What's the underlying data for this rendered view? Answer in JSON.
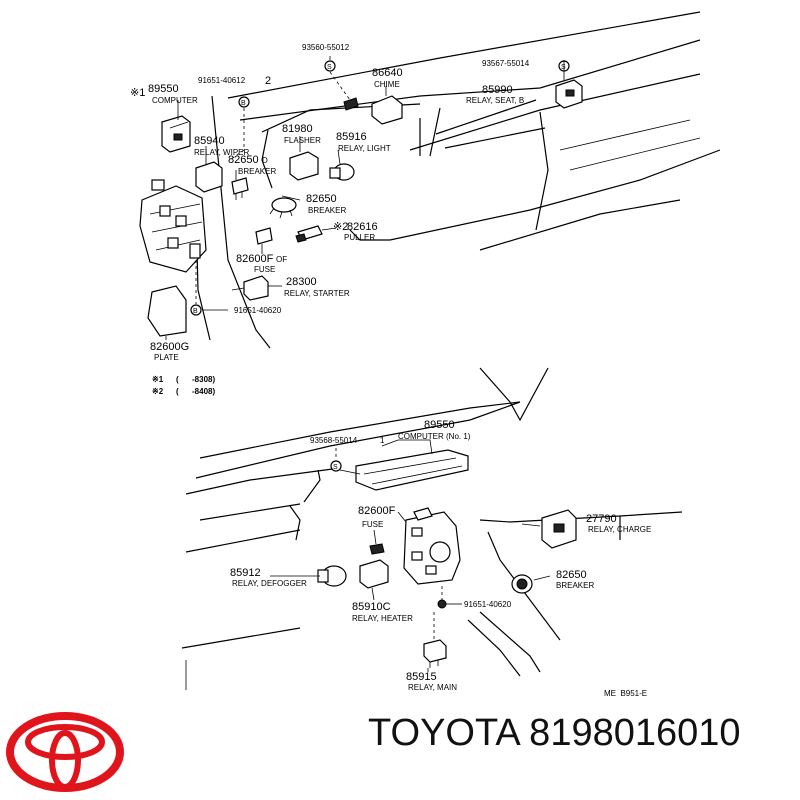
{
  "upper": {
    "parts": [
      {
        "id": "p89550a",
        "num": "89550",
        "desc": "COMPUTER",
        "mark": "※1"
      },
      {
        "id": "p91651a",
        "num": "91651-40612",
        "mark": "2"
      },
      {
        "id": "p93560",
        "num": "93560-55012"
      },
      {
        "id": "p86640",
        "num": "86640",
        "desc": "CHIME"
      },
      {
        "id": "p93567",
        "num": "93567-55014"
      },
      {
        "id": "p85990",
        "num": "85990",
        "desc": "RELAY, SEAT, B"
      },
      {
        "id": "p81980",
        "num": "81980",
        "desc": "FLASHER"
      },
      {
        "id": "p85916",
        "num": "85916",
        "desc": "RELAY, LIGHT"
      },
      {
        "id": "p85940",
        "num": "85940",
        "desc": "RELAY, WIPER"
      },
      {
        "id": "p82650a",
        "num": "82650",
        "desc": "BREAKER",
        "suffix": "D"
      },
      {
        "id": "p82650b",
        "num": "82650",
        "desc": "BREAKER"
      },
      {
        "id": "p82616",
        "num": "82616",
        "desc": "PULLER",
        "mark": "※2"
      },
      {
        "id": "p82600f",
        "num": "82600F",
        "desc": "FUSE",
        "suffix": "OF"
      },
      {
        "id": "p28300",
        "num": "28300",
        "desc": "RELAY, STARTER"
      },
      {
        "id": "p91651b",
        "num": "91651-40620"
      },
      {
        "id": "p82600g",
        "num": "82600G",
        "desc": "PLATE"
      }
    ],
    "legend": [
      {
        "mark": "※1",
        "text": "(      -8308)"
      },
      {
        "mark": "※2",
        "text": "(      -8408)"
      }
    ]
  },
  "lower": {
    "parts": [
      {
        "id": "q93568",
        "num": "93568-55014",
        "mark": "1"
      },
      {
        "id": "q89550",
        "num": "89550",
        "desc": "COMPUTER (No. 1)"
      },
      {
        "id": "q82600f",
        "num": "82600F",
        "desc": "FUSE"
      },
      {
        "id": "q27790",
        "num": "27790",
        "desc": "RELAY, CHARGE"
      },
      {
        "id": "q85912",
        "num": "85912",
        "desc": "RELAY, DEFOGGER"
      },
      {
        "id": "q82650",
        "num": "82650",
        "desc": "BREAKER"
      },
      {
        "id": "q85910c",
        "num": "85910C",
        "desc": "RELAY, HEATER"
      },
      {
        "id": "q91651",
        "num": "91651-40620"
      },
      {
        "id": "q85915",
        "num": "85915",
        "desc": "RELAY, MAIN"
      }
    ],
    "code": "ME  B951-E"
  },
  "footer": {
    "brand": "TOYOTA 8198016010",
    "logo_color": "#e0151c"
  }
}
